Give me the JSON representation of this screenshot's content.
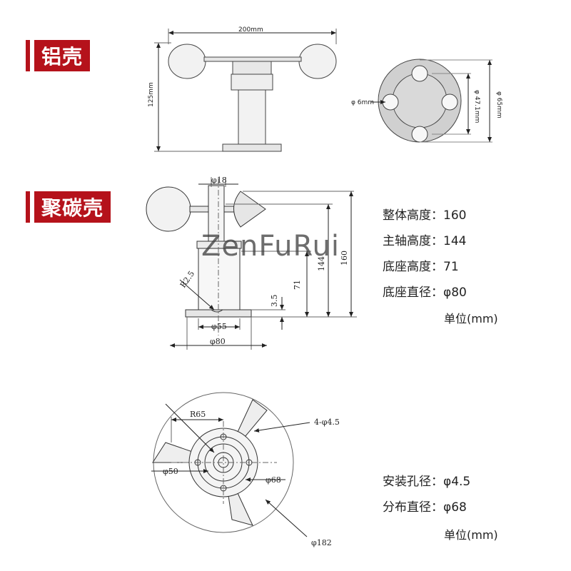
{
  "labels": {
    "aluminum_shell": "铝壳",
    "polycarbon_shell": "聚碳壳"
  },
  "top_drawing": {
    "width_dim": "200mm",
    "height_dim": "125mm",
    "hole_dim": "φ 6mm",
    "pcd_dim": "φ 47.1mm",
    "outer_dim": "φ 65mm"
  },
  "mid_drawing": {
    "shaft_dim": "φ18",
    "radius_dim": "R2.5",
    "base_inner_dim": "φ55",
    "base_outer_dim": "φ80",
    "h_71": "71",
    "h_144": "144",
    "h_160": "160",
    "h_35": "3.5"
  },
  "bottom_drawing": {
    "radius_dim": "R65",
    "holes_dim": "4-φ4.5",
    "inner_dim": "φ50",
    "pcd_dim": "φ68",
    "sweep_dim": "φ182"
  },
  "specs_top": [
    {
      "label": "整体高度：",
      "value": "160"
    },
    {
      "label": "主轴高度：",
      "value": "144"
    },
    {
      "label": "底座高度：",
      "value": "71"
    },
    {
      "label": "底座直径：",
      "value": "φ80"
    }
  ],
  "unit_top": "单位(mm)",
  "specs_bottom": [
    {
      "label": "安装孔径：",
      "value": "φ4.5"
    },
    {
      "label": "分布直径：",
      "value": "φ68"
    }
  ],
  "unit_bottom": "单位(mm)",
  "watermark": "ZenFuRui",
  "colors": {
    "accent": "#b5121b",
    "cup_fill": "#f2f2f2",
    "flange_fill": "#d0d0d0"
  }
}
